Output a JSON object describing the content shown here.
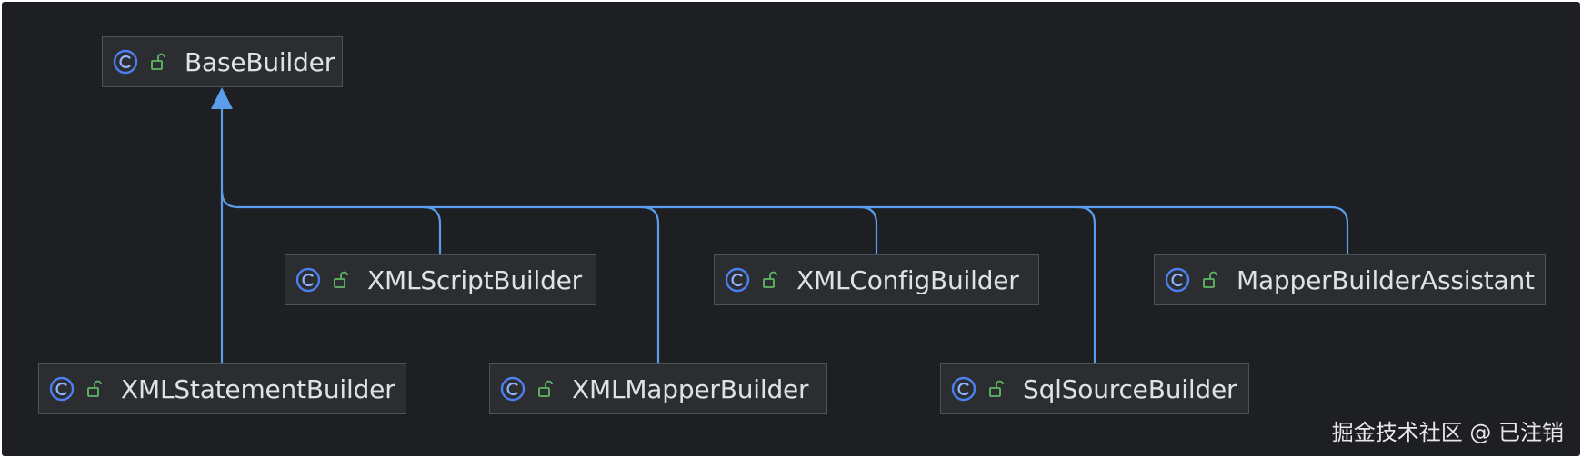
{
  "diagram": {
    "nodes": {
      "base": "BaseBuilder",
      "xml_script": "XMLScriptBuilder",
      "xml_config": "XMLConfigBuilder",
      "mapper_assistant": "MapperBuilderAssistant",
      "xml_statement": "XMLStatementBuilder",
      "xml_mapper": "XMLMapperBuilder",
      "sql_source": "SqlSourceBuilder"
    },
    "node_icon": "class-icon",
    "visibility_icon": "public-unlocked-icon",
    "edge_relation": "extends",
    "colors": {
      "background": "#1e1f22",
      "node_fill": "#2b2d30",
      "node_border": "#4e5157",
      "edge": "#5a9ded",
      "class_icon": "#4c7ff0",
      "lock_icon": "#5fb865",
      "text": "#dfe1e5"
    }
  },
  "watermark": "掘金技术社区 @ 已注销"
}
